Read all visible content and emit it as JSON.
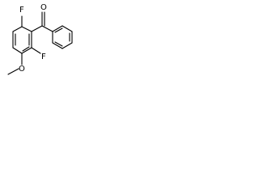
{
  "molecule": {
    "labels": {
      "fluoro_top": "F",
      "oxygen_carbonyl": "O",
      "fluoro_bottom": "F",
      "oxygen_methoxy": "O"
    },
    "colors": {
      "bond": "#000000",
      "text": "#000000",
      "background": "#ffffff"
    }
  }
}
